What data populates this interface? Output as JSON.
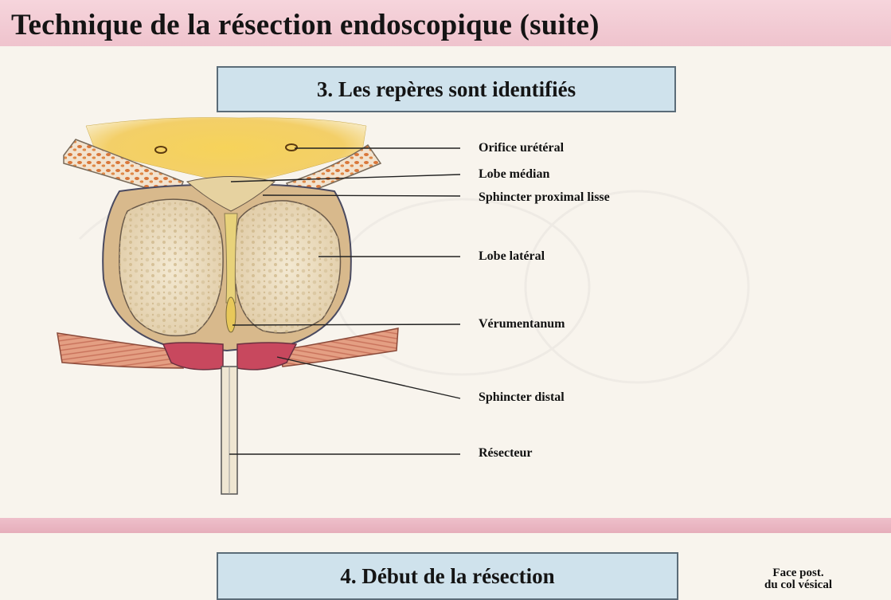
{
  "page": {
    "title": "Technique de la résection endoscopique (suite)"
  },
  "section3": {
    "heading": "3. Les repères sont identifiés",
    "labels": {
      "orifice": "Orifice urétéral",
      "lobe_median": "Lobe médian",
      "sphincter_proximal": "Sphincter proximal lisse",
      "lobe_lateral": "Lobe latéral",
      "verumontanum": "Vérumentanum",
      "sphincter_distal": "Sphincter distal",
      "resecteur": "Résecteur"
    }
  },
  "section4": {
    "heading": "4. Début de la résection",
    "side_label_line1": "Face post.",
    "side_label_line2": "du col vésical"
  },
  "colors": {
    "title_band": "#efc3cd",
    "heading_box": "#cfe2ec",
    "bladder_yellow": "#f2c94c",
    "muscle_red": "#c8485e",
    "tissue_orange": "#d97a3a"
  }
}
